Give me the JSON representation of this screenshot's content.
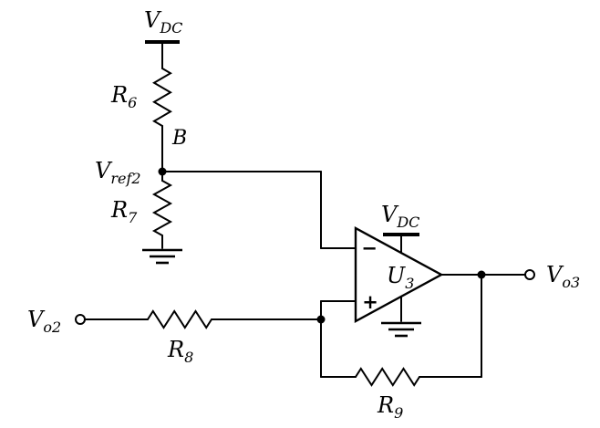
{
  "diagram_type": "circuit-schematic",
  "colors": {
    "line": "#000000",
    "background": "#ffffff"
  },
  "labels": {
    "vdc_top": {
      "base": "V",
      "sub": "DC"
    },
    "r6": {
      "base": "R",
      "sub": "6"
    },
    "node_b": {
      "text": "B"
    },
    "vref2": {
      "base": "V",
      "sub": "ref2"
    },
    "r7": {
      "base": "R",
      "sub": "7"
    },
    "vdc_op": {
      "base": "V",
      "sub": "DC"
    },
    "u3": {
      "base": "U",
      "sub": "3"
    },
    "minus": {
      "text": "−"
    },
    "plus": {
      "text": "+"
    },
    "vo2": {
      "base": "V",
      "sub": "o2"
    },
    "r8": {
      "base": "R",
      "sub": "8"
    },
    "r9": {
      "base": "R",
      "sub": "9"
    },
    "vo3": {
      "base": "V",
      "sub": "o3"
    }
  },
  "icons": {
    "supply_rail": "power-rail-bar",
    "ground": "ground-symbol",
    "junction": "junction-dot",
    "terminal": "open-terminal"
  }
}
